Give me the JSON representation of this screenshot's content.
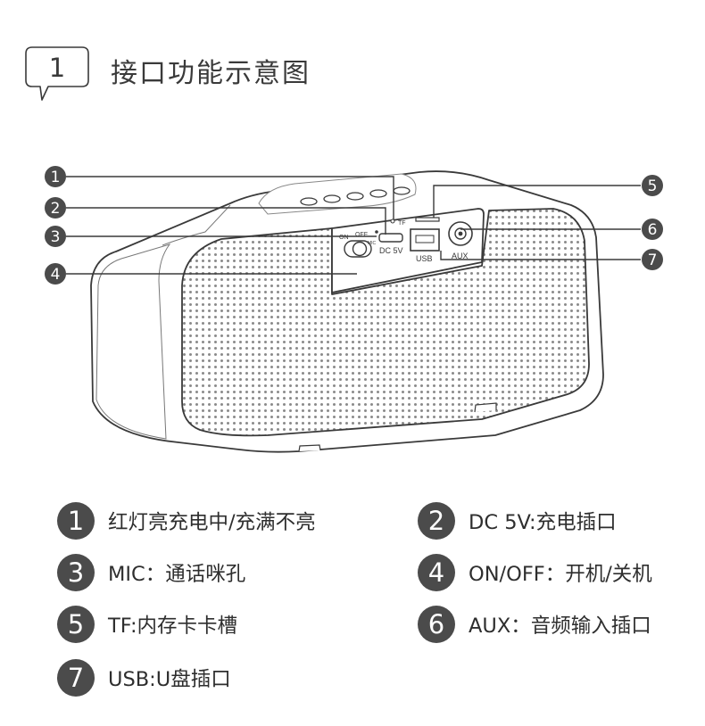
{
  "header": {
    "step_number": "1",
    "title": "接口功能示意图"
  },
  "colors": {
    "badge_fill": "#4b4b4b",
    "text": "#2e2e2e",
    "outline": "#3a3a3a"
  },
  "diagram": {
    "callouts": [
      "1",
      "2",
      "3",
      "4",
      "5",
      "6",
      "7"
    ],
    "panel_labels": {
      "on": "ON",
      "off": "OFF",
      "mic": "MIC",
      "dc": "DC 5V",
      "tf": "TF",
      "usb": "USB",
      "aux": "AUX"
    }
  },
  "legend": [
    {
      "number": "1",
      "text": "红灯亮充电中/充满不亮"
    },
    {
      "number": "2",
      "text": "DC 5V:充电插口"
    },
    {
      "number": "3",
      "text": "MIC：通话咪孔"
    },
    {
      "number": "4",
      "text": "ON/OFF：开机/关机"
    },
    {
      "number": "5",
      "text": "TF:内存卡卡槽"
    },
    {
      "number": "6",
      "text": "AUX：音频输入插口"
    },
    {
      "number": "7",
      "text": "USB:U盘插口"
    }
  ]
}
